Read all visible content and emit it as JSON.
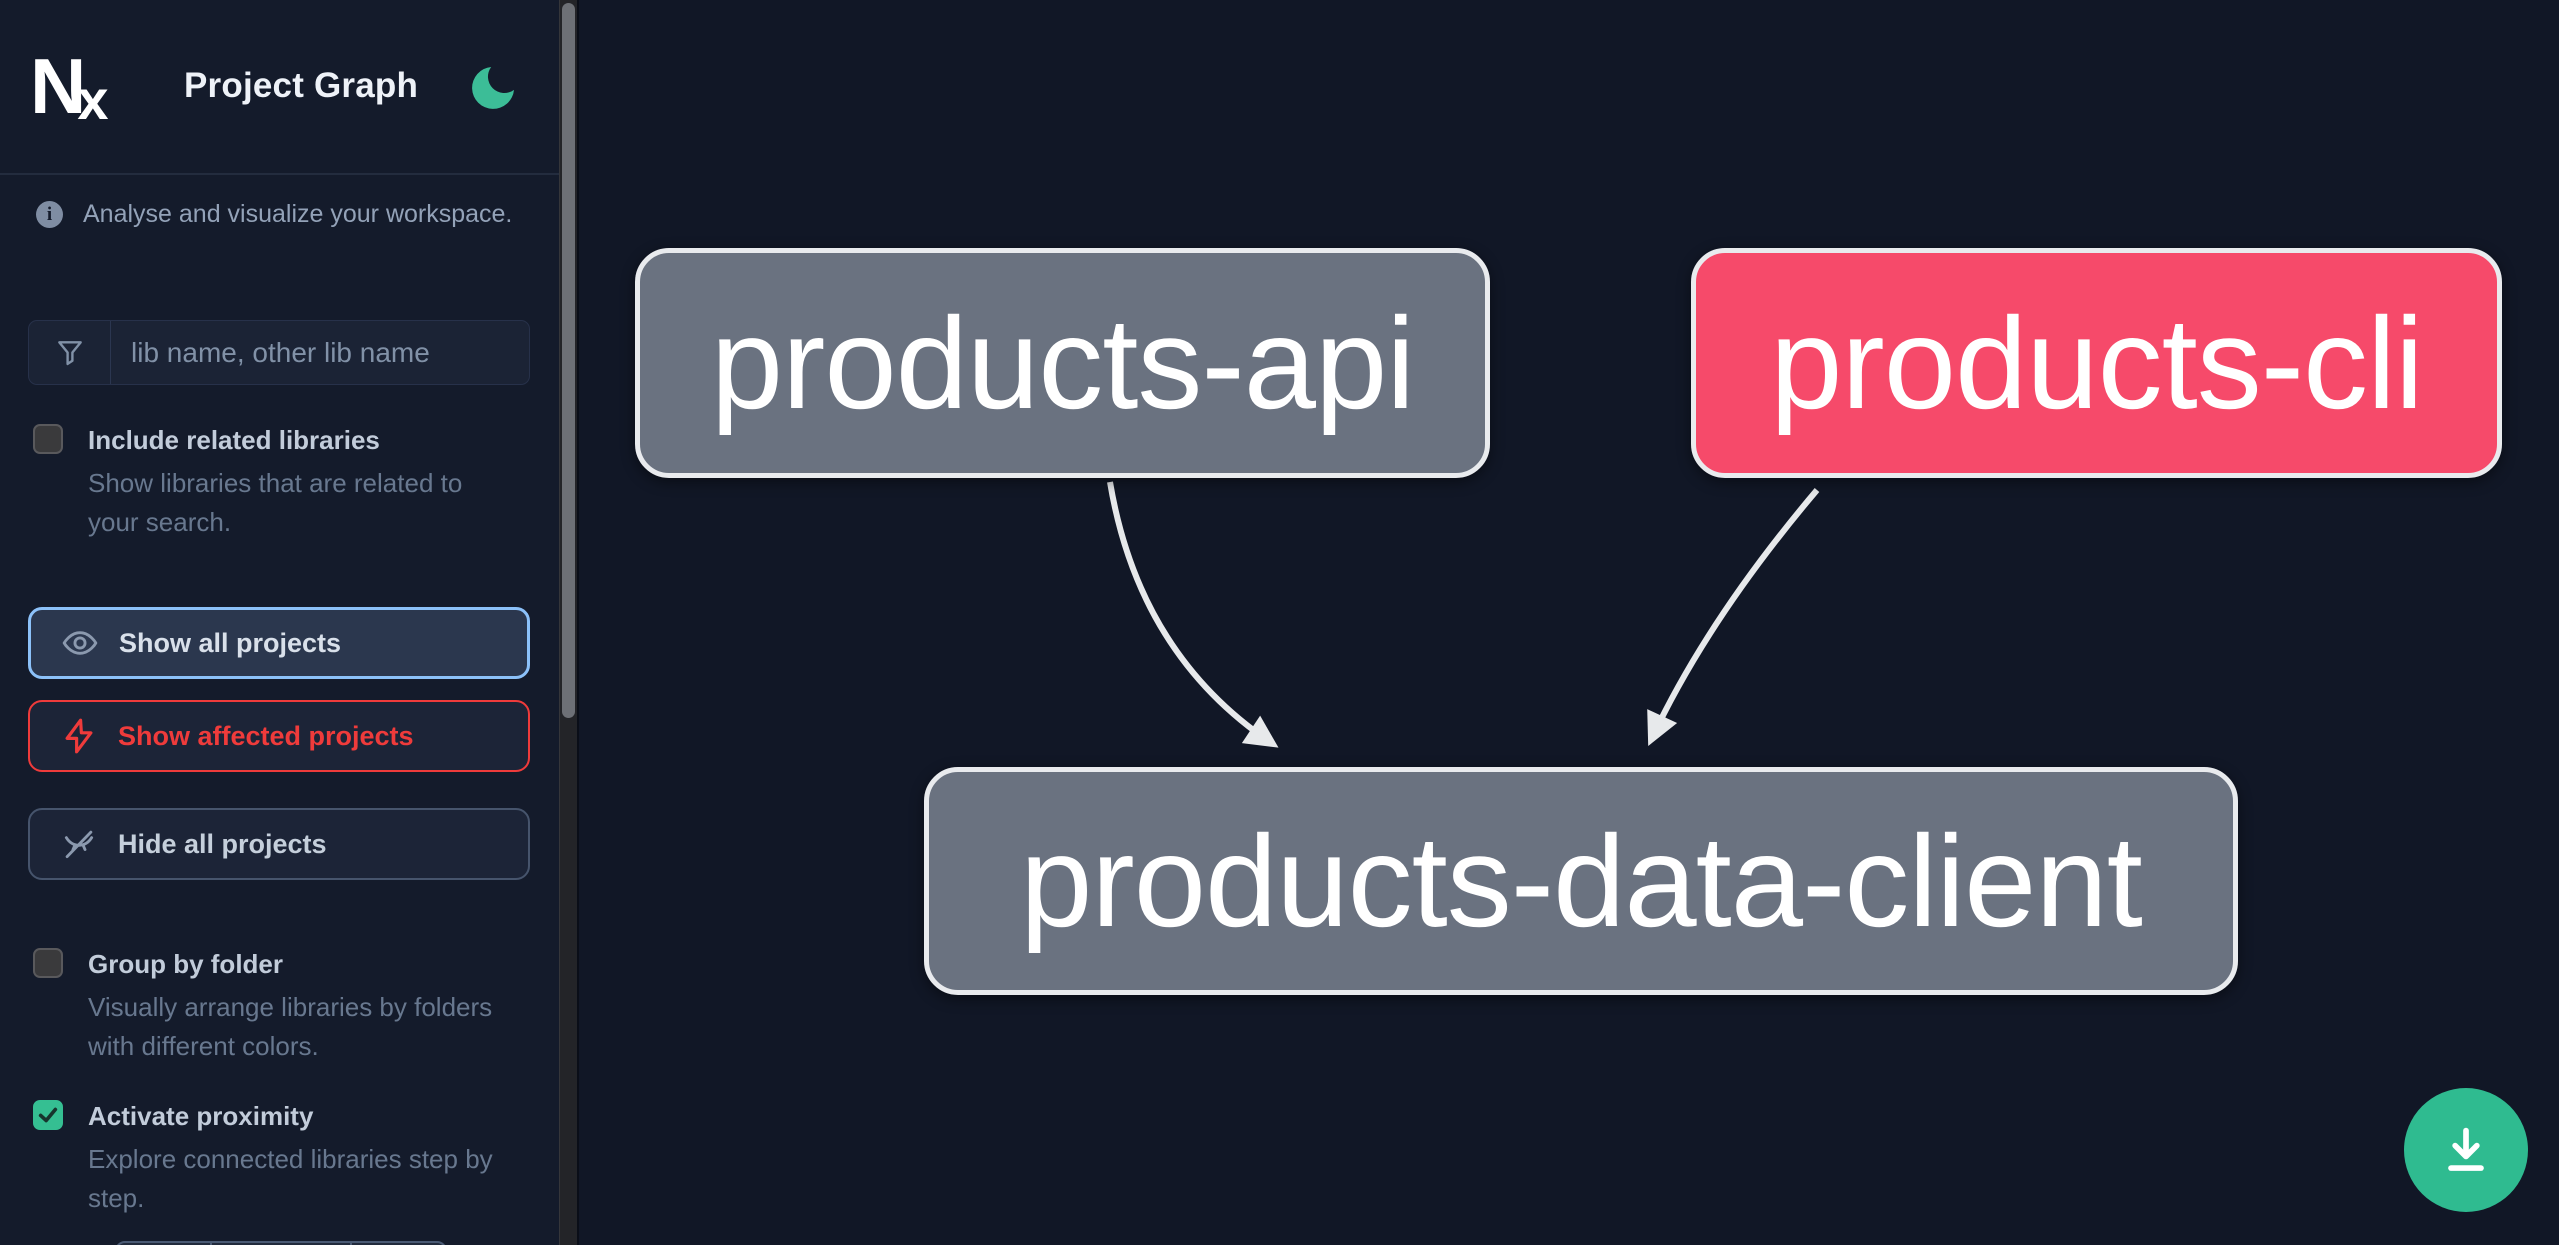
{
  "header": {
    "logo_n": "N",
    "logo_x": "x",
    "app_title": "Project Graph"
  },
  "sidebar": {
    "tagline": "Analyse and visualize your workspace.",
    "search": {
      "placeholder": "lib name, other lib name",
      "value": ""
    },
    "toggles": [
      {
        "label": "Include related libraries",
        "description": "Show libraries that are related to your search.",
        "checked": false
      },
      {
        "label": "Group by folder",
        "description": "Visually arrange libraries by folders with different colors.",
        "checked": false
      },
      {
        "label": "Activate proximity",
        "description": "Explore connected libraries step by step.",
        "checked": true
      }
    ],
    "buttons": [
      {
        "label": "Show all projects"
      },
      {
        "label": "Show affected projects"
      },
      {
        "label": "Hide all projects"
      }
    ]
  },
  "graph": {
    "nodes": [
      {
        "id": "products-api",
        "state": "normal"
      },
      {
        "id": "products-cli",
        "state": "affected"
      },
      {
        "id": "products-data-client",
        "state": "normal"
      }
    ],
    "edges": [
      {
        "from": "products-api",
        "to": "products-data-client"
      },
      {
        "from": "products-cli",
        "to": "products-data-client"
      }
    ]
  },
  "colors": {
    "sidebar_bg": "#141b2b",
    "canvas_bg": "#111726",
    "node_normal": "#6a7280",
    "node_affected": "#f64a6a",
    "edge": "#e7e9eb",
    "focus_blue": "#8cc1f9",
    "danger_red": "#ef3b3b",
    "accent_green": "#2fbb90",
    "moon_green": "#3cbd97",
    "checkbox_green": "#35bf92"
  }
}
